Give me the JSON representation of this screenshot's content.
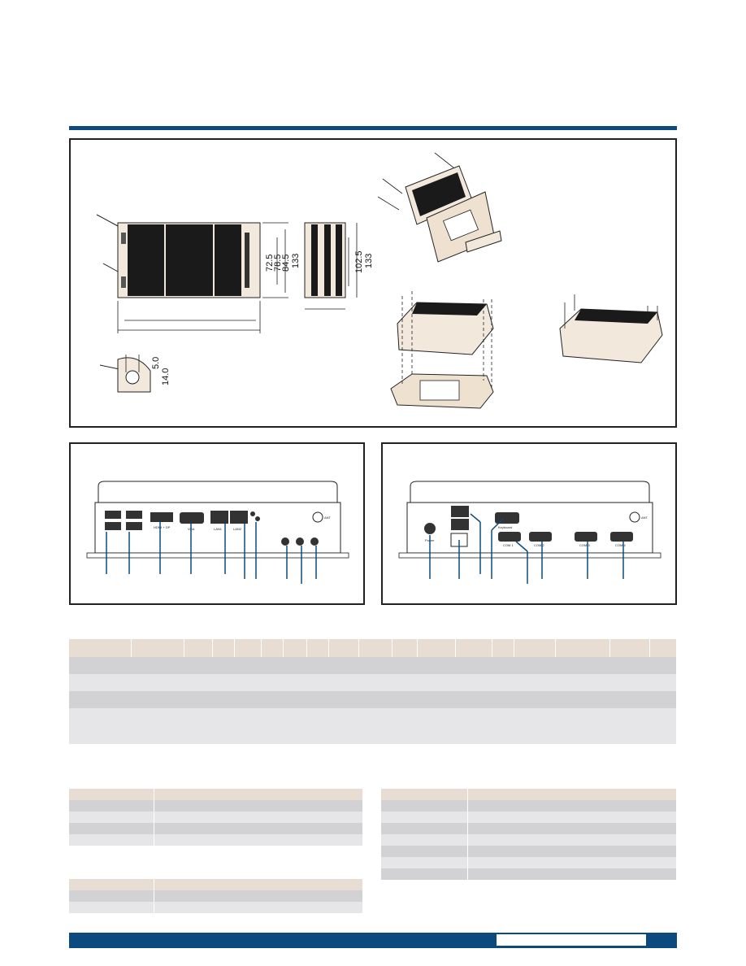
{
  "page": {
    "accent_color": "#0b4a7e",
    "header_row_color": "#e8ddd3",
    "dark_row_color": "#d2d2d4",
    "light_row_color": "#e6e6e8"
  },
  "dimensions": {
    "d1": "72.5",
    "d2": "78.5",
    "d3": "84.5",
    "d4": "133",
    "d5": "102.5",
    "d6": "133",
    "d7": "5.0",
    "d8": "14.0"
  },
  "front_panel": {
    "labels": [
      "HDMI + DP",
      "VGA",
      "LAN1",
      "LAN2",
      "ANT"
    ]
  },
  "rear_panel": {
    "labels": [
      "Power",
      "Keyboard",
      "COM 1",
      "COM 2",
      "COM 3",
      "COM 4",
      "ANT"
    ]
  }
}
